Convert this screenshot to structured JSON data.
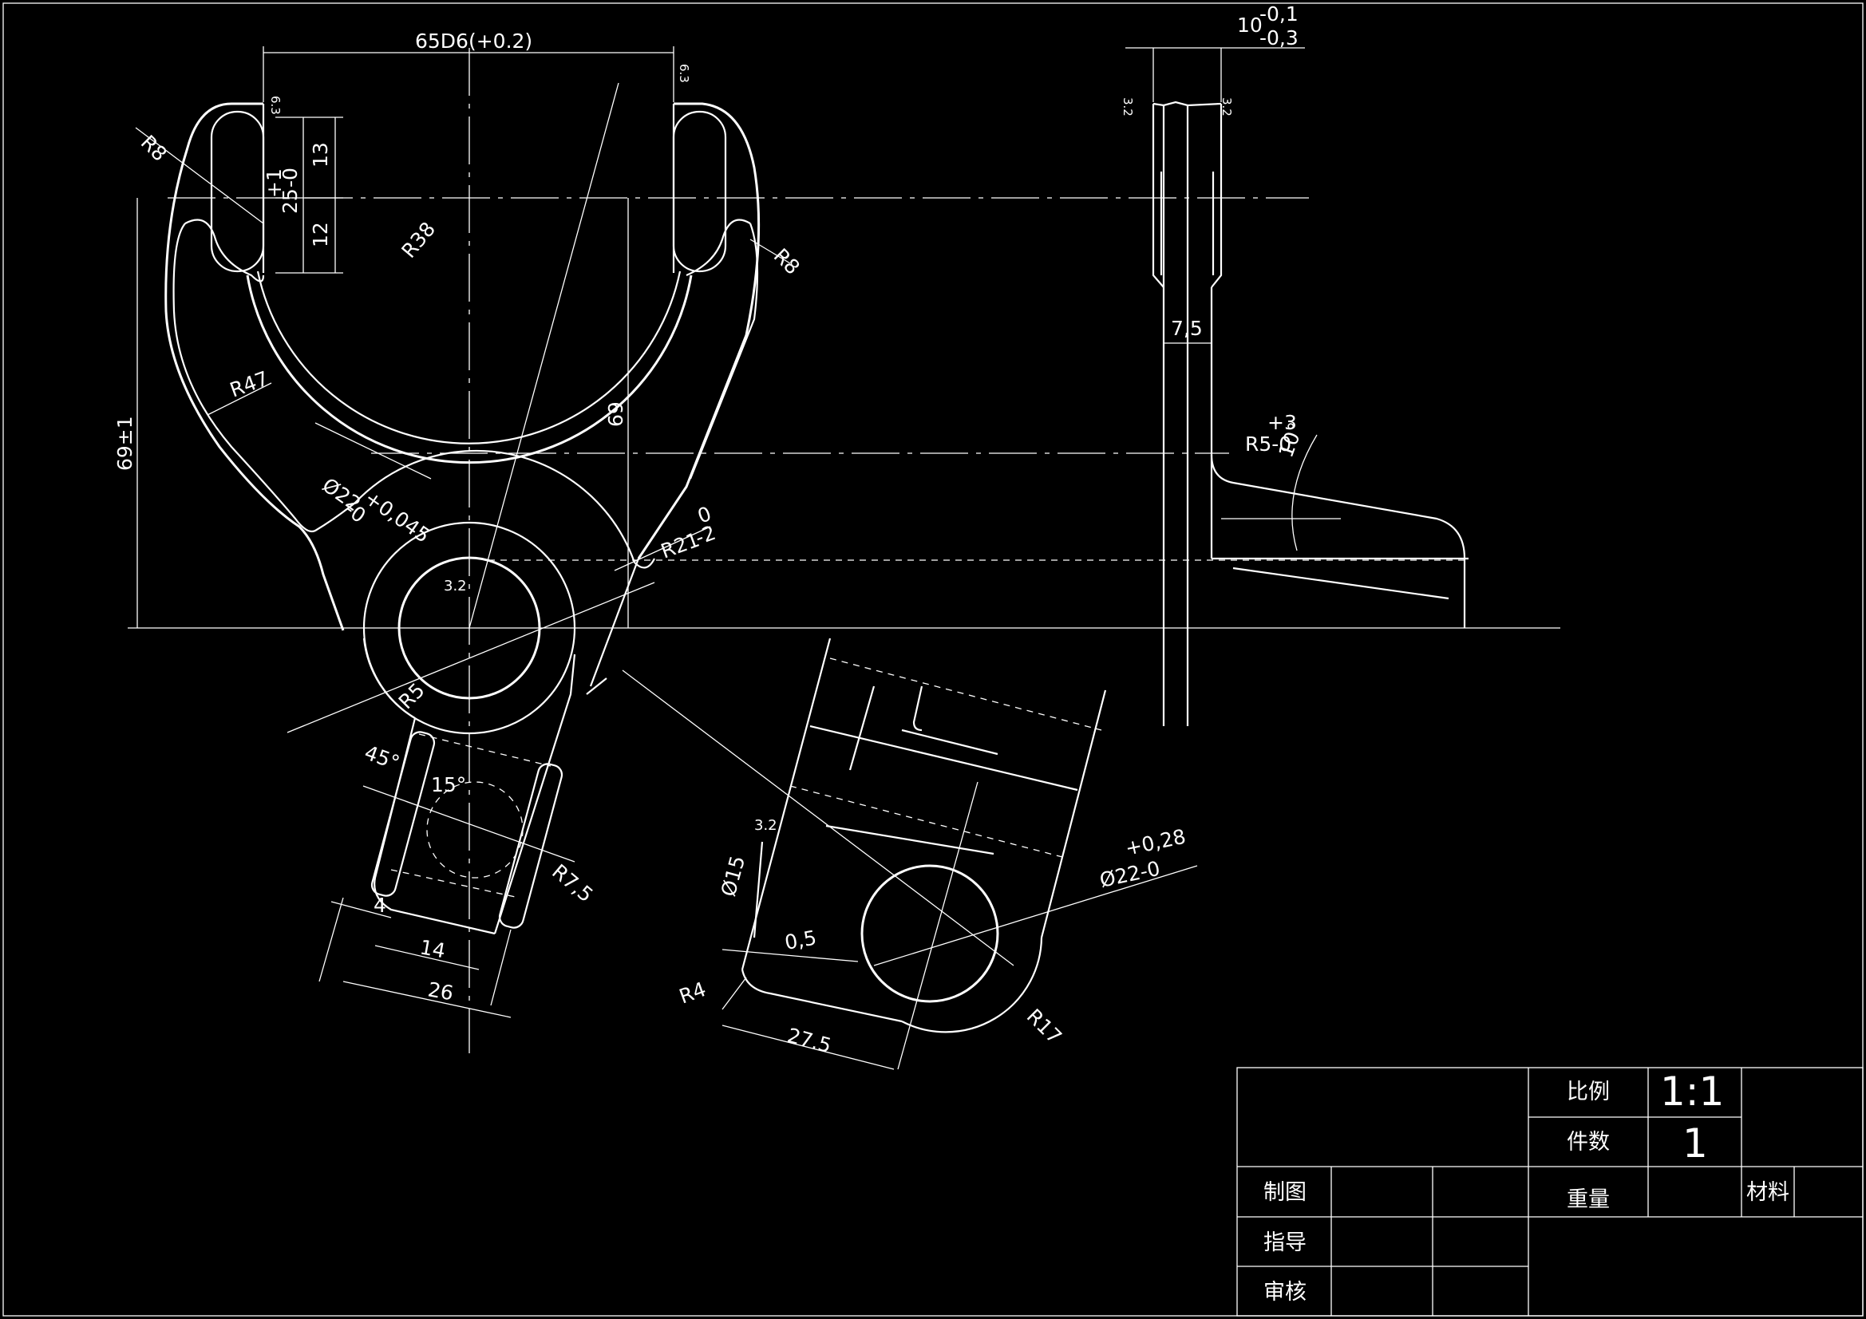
{
  "title_block": {
    "scale_label": "比例",
    "scale_value": "1:1",
    "count_label": "件数",
    "count_value": "1",
    "weight_label": "重量",
    "material_label": "材料",
    "drawn_label": "制图",
    "guide_label": "指导",
    "review_label": "审核"
  },
  "dims": {
    "width_65": "65D6(+0.2)",
    "r8_left": "R8",
    "r8_right": "R8",
    "r38": "R38",
    "r47": "R47",
    "d13": "13",
    "d12": "12",
    "d25": "25",
    "d25_tol_plus": "+1",
    "d25_tol_minus": "-0",
    "h69_tol": "69±1",
    "h69": "69",
    "bore22_main": "Ø22",
    "bore22_tol_up": "+0,045",
    "bore22_tol_low": "-0",
    "r21": "R21",
    "r21_tol_up": "0",
    "r21_tol_low": "-2",
    "rough_32_bore": "3.2",
    "r5": "R5",
    "angle45": "45°",
    "angle15": "15°",
    "r7_5": "R7,5",
    "d4": "4",
    "d14": "14",
    "d26": "26",
    "thick10": "10",
    "thick10_tol_up": "-0,1",
    "thick10_tol_low": "-0,3",
    "rough_32_a": "3.2",
    "rough_32_b": "3.2",
    "rough_63_a": "6.3",
    "rough_63_b": "6.3",
    "thick75": "7,5",
    "r5_side": "R5-0",
    "r5_side_tol": "+3",
    "angle10": "10°",
    "phi15": "Ø15",
    "rough_32_c": "3.2",
    "d0_5": "0,5",
    "r4": "R4",
    "d27_5": "27.5",
    "bore22_detail": "Ø22-0",
    "bore22_detail_tol": "+0,28",
    "r17": "R17"
  }
}
